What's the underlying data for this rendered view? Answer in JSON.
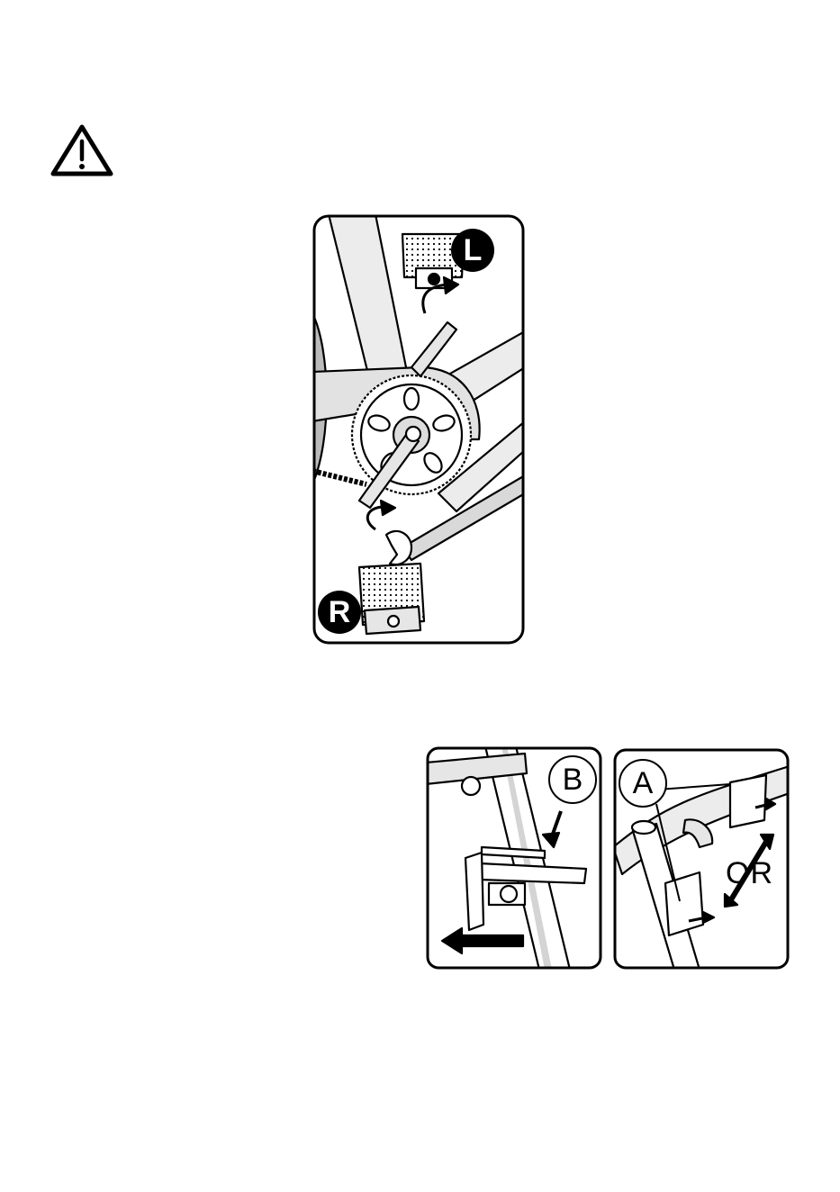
{
  "warning": {
    "icon": "warning-triangle-icon"
  },
  "pedal_figure": {
    "badge_left": "L",
    "badge_right": "R"
  },
  "reflector_figure_b": {
    "label": "B"
  },
  "reflector_figure_a": {
    "label": "A",
    "or_text": "OR"
  },
  "colors": {
    "ink": "#000000",
    "shade": "#d9d9d9",
    "frame": "#ececec"
  }
}
